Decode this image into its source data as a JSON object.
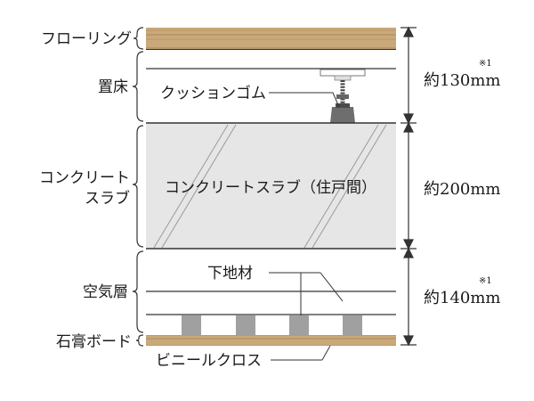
{
  "labels": {
    "flooring": "フローリング",
    "raised_floor": "置床",
    "concrete_slab_line1": "コンクリート",
    "concrete_slab_line2": "スラブ",
    "air_layer": "空気層",
    "gypsum_board": "石膏ボード",
    "cushion_rubber": "クッションゴム",
    "slab_center": "コンクリートスラブ（住戸間）",
    "base_material": "下地材",
    "vinyl_cloth": "ビニールクロス"
  },
  "dimensions": {
    "upper": {
      "text": "約130mm",
      "note": "※1"
    },
    "middle": {
      "text": "約200mm",
      "note": ""
    },
    "lower": {
      "text": "約140mm",
      "note": "※1"
    }
  },
  "colors": {
    "wood": "#c8a878",
    "wood_dark": "#9c7a4c",
    "slab": "#e6e6e6",
    "joist": "#9b9b9b",
    "line": "#333333"
  }
}
